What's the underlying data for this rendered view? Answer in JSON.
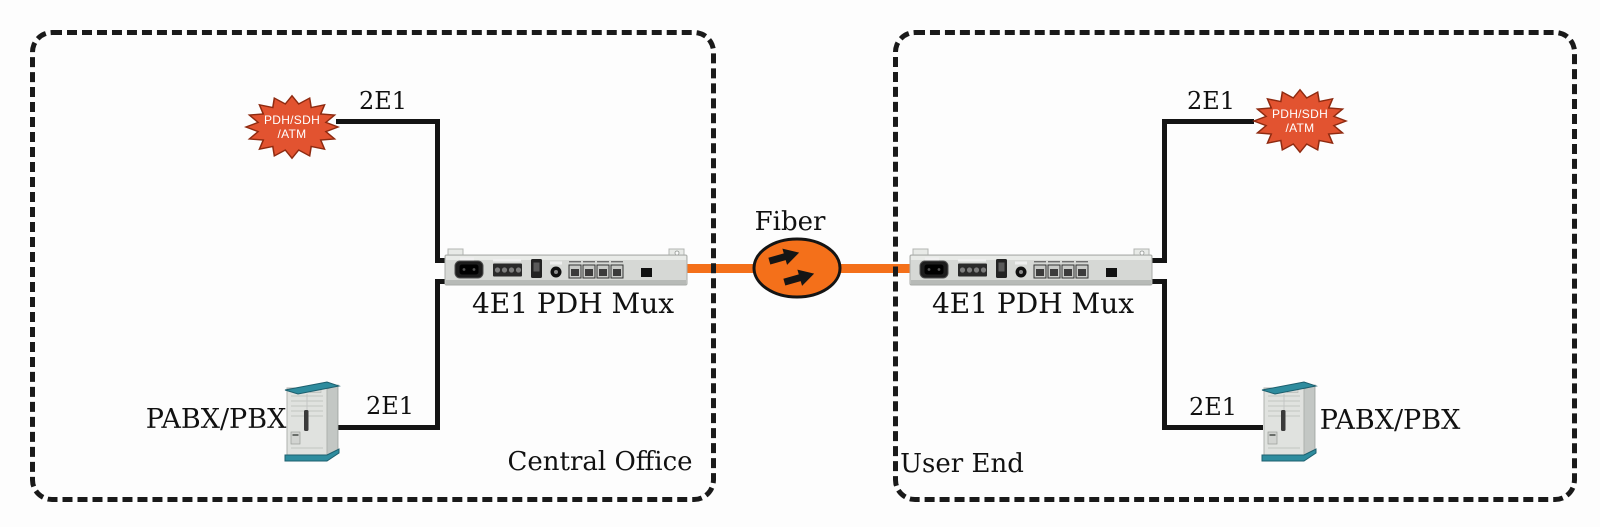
{
  "colors": {
    "starburst_fill": "#e25330",
    "starburst_stroke": "#8e2a10",
    "fiber_orange": "#f4701a",
    "line_black": "#141414",
    "zone_border": "#1a1a1a"
  },
  "zones": {
    "left": {
      "title": "Central Office",
      "starburst_line1": "PDH/SDH",
      "starburst_line2": "/ATM",
      "mux_label": "4E1 PDH Mux",
      "pabx_label": "PABX/PBX",
      "link_top_label": "2E1",
      "link_bottom_label": "2E1"
    },
    "right": {
      "title": "User End",
      "starburst_line1": "PDH/SDH",
      "starburst_line2": "/ATM",
      "mux_label": "4E1 PDH Mux",
      "pabx_label": "PABX/PBX",
      "link_top_label": "2E1",
      "link_bottom_label": "2E1"
    }
  },
  "fiber": {
    "label": "Fiber"
  }
}
